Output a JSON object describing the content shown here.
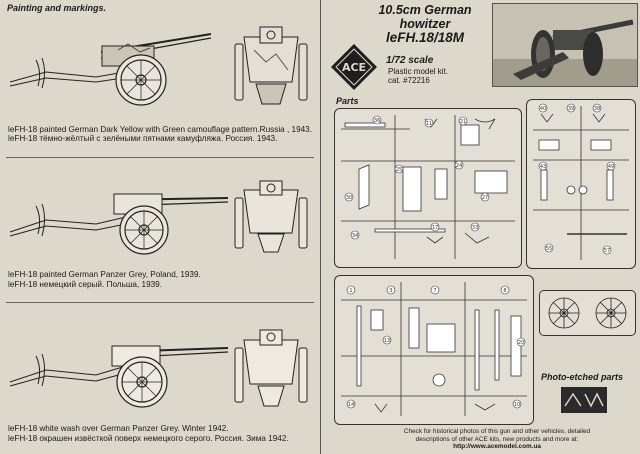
{
  "left": {
    "heading": "Painting and markings.",
    "variants": [
      {
        "line_en": "leFH-18 painted German Dark Yellow with Green camouflage pattern.Russia , 1943.",
        "line_ru": "leFH-18 тёмно-жёлтый с зелёными пятнами камуфляжа. Россия. 1943."
      },
      {
        "line_en": "leFH-18 painted German Panzer Grey, Poland, 1939.",
        "line_ru": "leFH-18 немецкий серый. Польша, 1939."
      },
      {
        "line_en": "leFH-18 white wash over German Panzer Grey. Winter 1942.",
        "line_ru": "leFH-18 окрашен извёсткой поверх немецкого серого. Россия. Зима 1942."
      }
    ]
  },
  "right": {
    "title_lines": [
      "10.5cm German",
      "howitzer",
      "leFH.18/18M"
    ],
    "scale": "1/72 scale",
    "kit_type": "Plastic model kit.",
    "catalog": "cat. #72216",
    "logo_text": "ACE",
    "parts_heading": "Parts",
    "photo_etched_heading": "Photo-etched parts",
    "footer_lines": [
      "Check for historical photos of this gun and other vehicles, detailed",
      "descriptions of other ACE kits, new products and more at:",
      "http://www.acemodel.com.ua"
    ]
  }
}
